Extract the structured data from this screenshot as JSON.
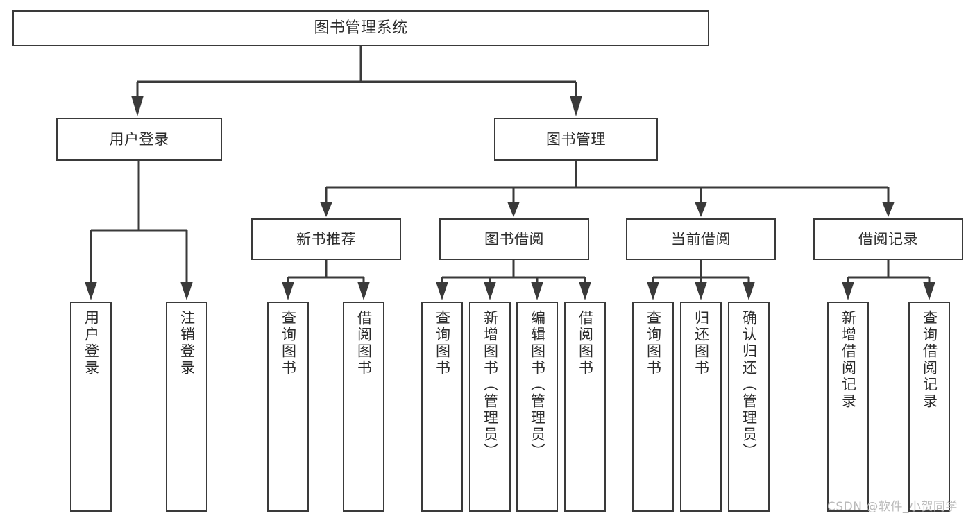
{
  "diagram": {
    "title": "图书管理系统",
    "type": "hierarchy-tree",
    "watermark": "CSDN @软件_小贺同学",
    "colors": {
      "stroke": "#3a3a3a",
      "fill": "#ffffff",
      "text": "#2b2b2b",
      "watermark": "#b9b9b9"
    },
    "nodes": {
      "root": {
        "label": "图书管理系统",
        "level": 1
      },
      "n_user_login": {
        "label": "用户登录",
        "level": 2
      },
      "n_book_manage": {
        "label": "图书管理",
        "level": 2
      },
      "n_new_book_rec": {
        "label": "新书推荐",
        "level": 3
      },
      "n_book_borrow": {
        "label": "图书借阅",
        "level": 3
      },
      "n_current_borrow": {
        "label": "当前借阅",
        "level": 3
      },
      "n_borrow_record": {
        "label": "借阅记录",
        "level": 3
      },
      "l_user_login": {
        "label": "用户登录",
        "level": 4
      },
      "l_logout": {
        "label": "注销登录",
        "level": 4
      },
      "l_query_book_1": {
        "label": "查询图书",
        "level": 4
      },
      "l_borrow_book_1": {
        "label": "借阅图书",
        "level": 4
      },
      "l_query_book_2": {
        "label": "查询图书",
        "level": 4
      },
      "l_add_book": {
        "label": "新增图书（管理员）",
        "level": 4
      },
      "l_edit_book": {
        "label": "编辑图书（管理员）",
        "level": 4
      },
      "l_borrow_book_2": {
        "label": "借阅图书",
        "level": 4
      },
      "l_query_book_3": {
        "label": "查询图书",
        "level": 4
      },
      "l_return_book": {
        "label": "归还图书",
        "level": 4
      },
      "l_confirm_return": {
        "label": "确认归还（管理员）",
        "level": 4
      },
      "l_add_record": {
        "label": "新增借阅记录",
        "level": 4
      },
      "l_query_record": {
        "label": "查询借阅记录",
        "level": 4
      }
    }
  }
}
